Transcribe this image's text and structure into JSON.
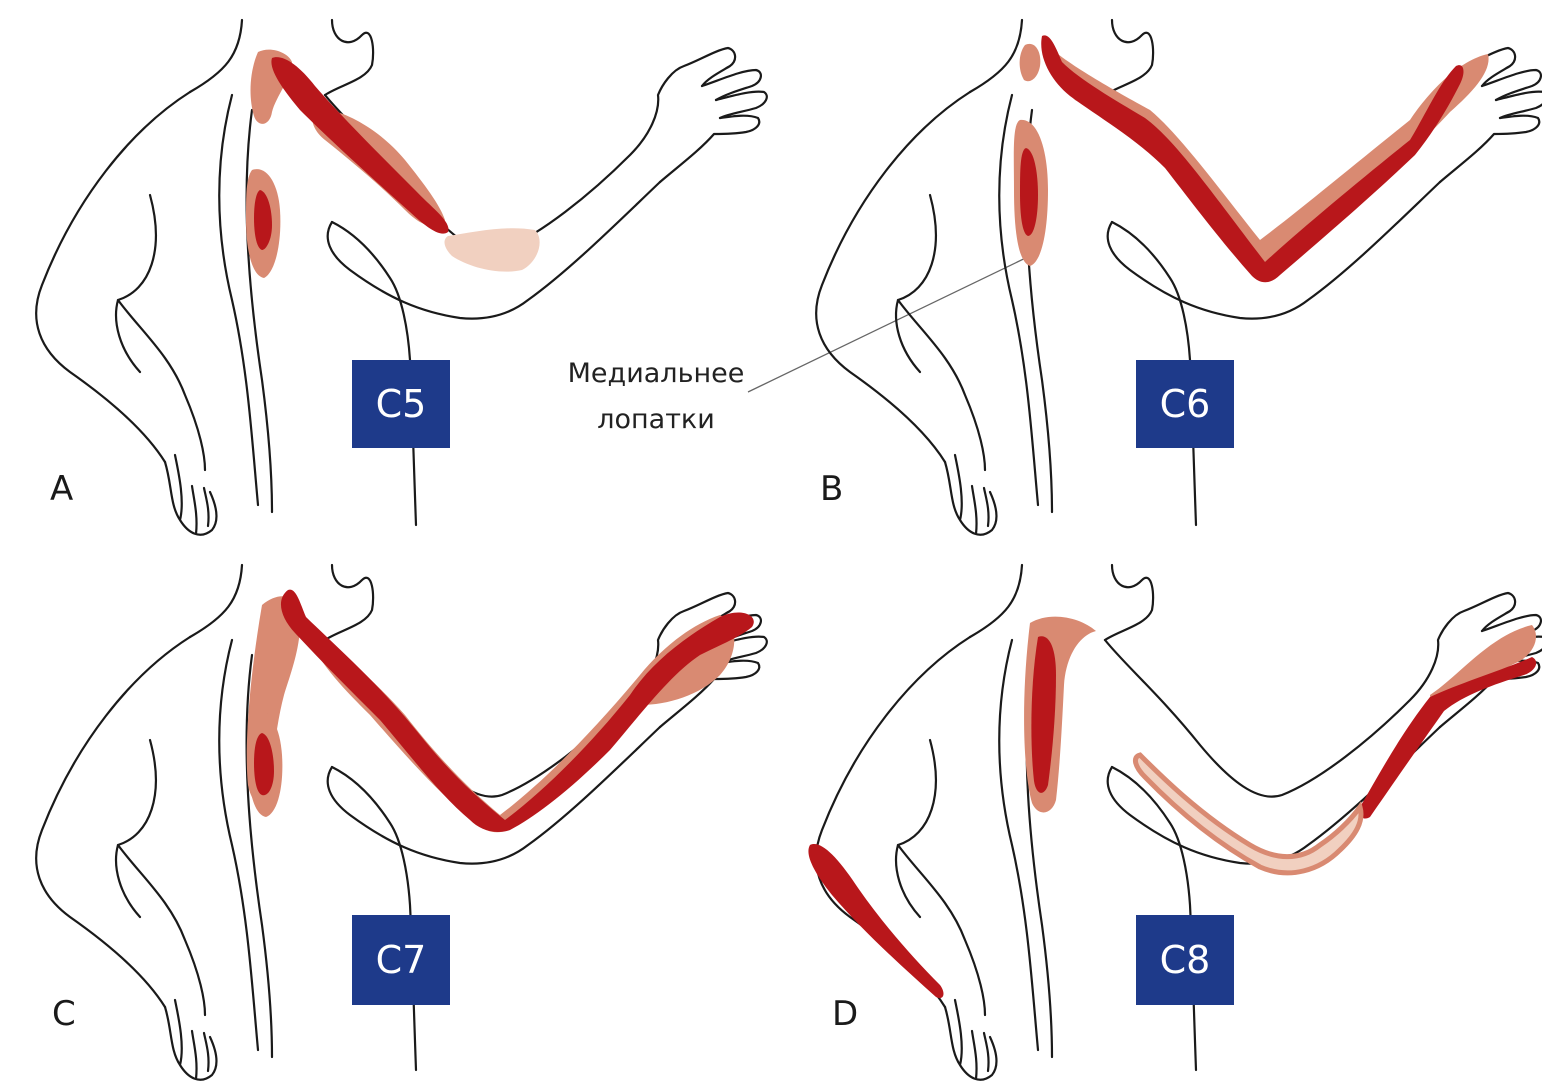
{
  "colors": {
    "outline": "#1a1a1a",
    "pain_dark": "#b8171b",
    "pain_light": "#d98a72",
    "pain_pale": "#f1d0c0",
    "badge": "#1e3a8a",
    "badge_text": "#ffffff",
    "background": "#ffffff"
  },
  "annotation": {
    "line1": "Медиальнее",
    "line2": "лопатки"
  },
  "panels": [
    {
      "letter": "A",
      "badge": "C5"
    },
    {
      "letter": "B",
      "badge": "C6"
    },
    {
      "letter": "C",
      "badge": "C7"
    },
    {
      "letter": "D",
      "badge": "C8"
    }
  ]
}
